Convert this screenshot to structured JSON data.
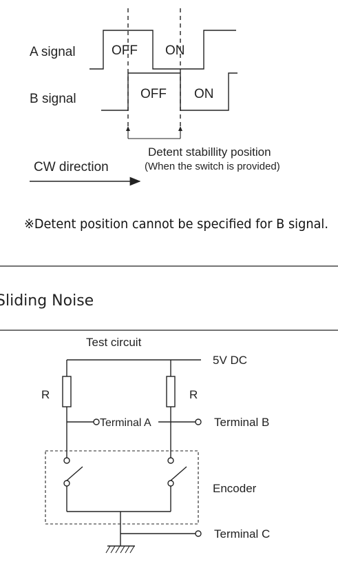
{
  "timing": {
    "a_signal": "A signal",
    "b_signal": "B signal",
    "a_off": "OFF",
    "a_on": "ON",
    "b_off": "OFF",
    "b_on": "ON",
    "detent_line1": "Detent stabillity position",
    "detent_line2": "(When the switch is provided)",
    "cw_direction": "CW direction",
    "note": "※Detent position cannot be specified for B signal."
  },
  "section": {
    "heading": "Sliding Noise"
  },
  "circuit": {
    "title": "Test circuit",
    "supply": "5V DC",
    "r_left": "R",
    "r_right": "R",
    "terminal_a": "Terminal A",
    "terminal_b": "Terminal B",
    "encoder": "Encoder",
    "terminal_c": "Terminal C"
  }
}
